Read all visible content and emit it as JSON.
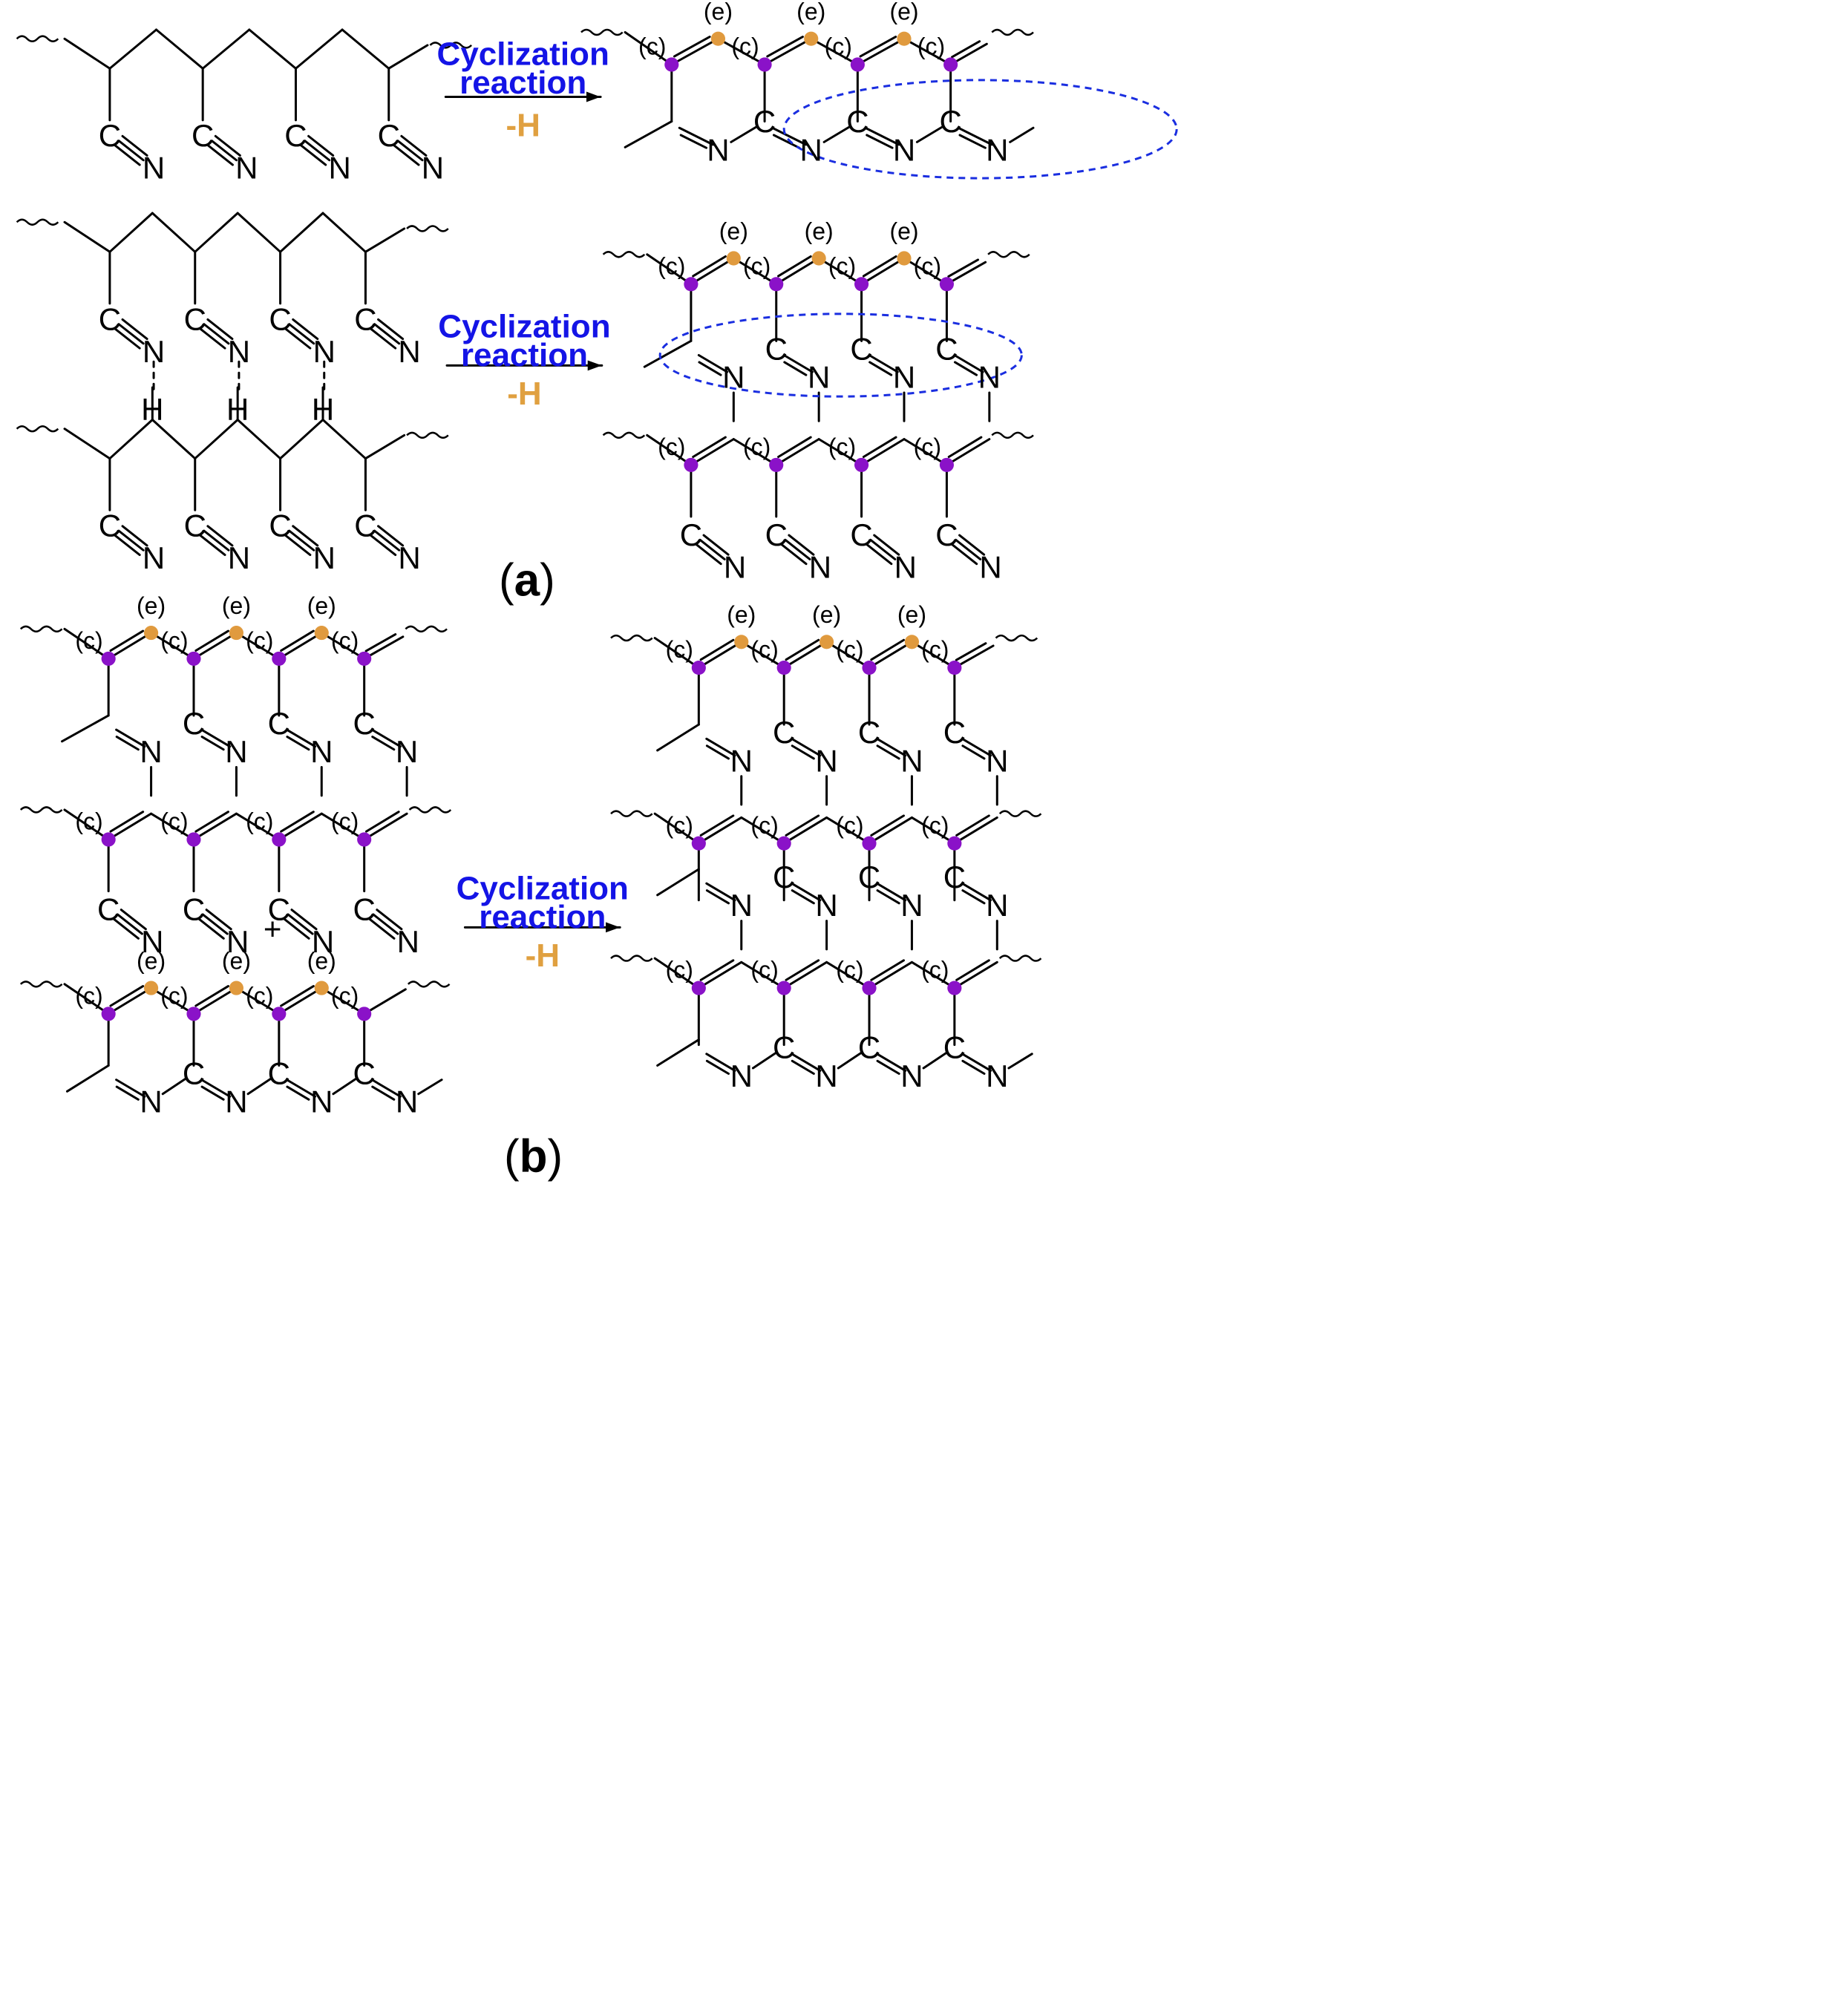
{
  "atoms": {
    "carbon": "C",
    "nitrogen": "N",
    "hydrogen": "H"
  },
  "site_labels": {
    "c": "(c)",
    "e": "(e)"
  },
  "reaction": {
    "line1": "Cyclization",
    "line2": "reaction",
    "condition": "-H"
  },
  "plus_sign": "+",
  "panels": {
    "a": "a",
    "b": "b"
  },
  "colors": {
    "reaction_text": "#1414e6",
    "hydrogen_loss": "#e0a040",
    "c_site": "#8a12c8",
    "e_site": "#e09a3e",
    "ellipse": "#1a2ee0"
  }
}
